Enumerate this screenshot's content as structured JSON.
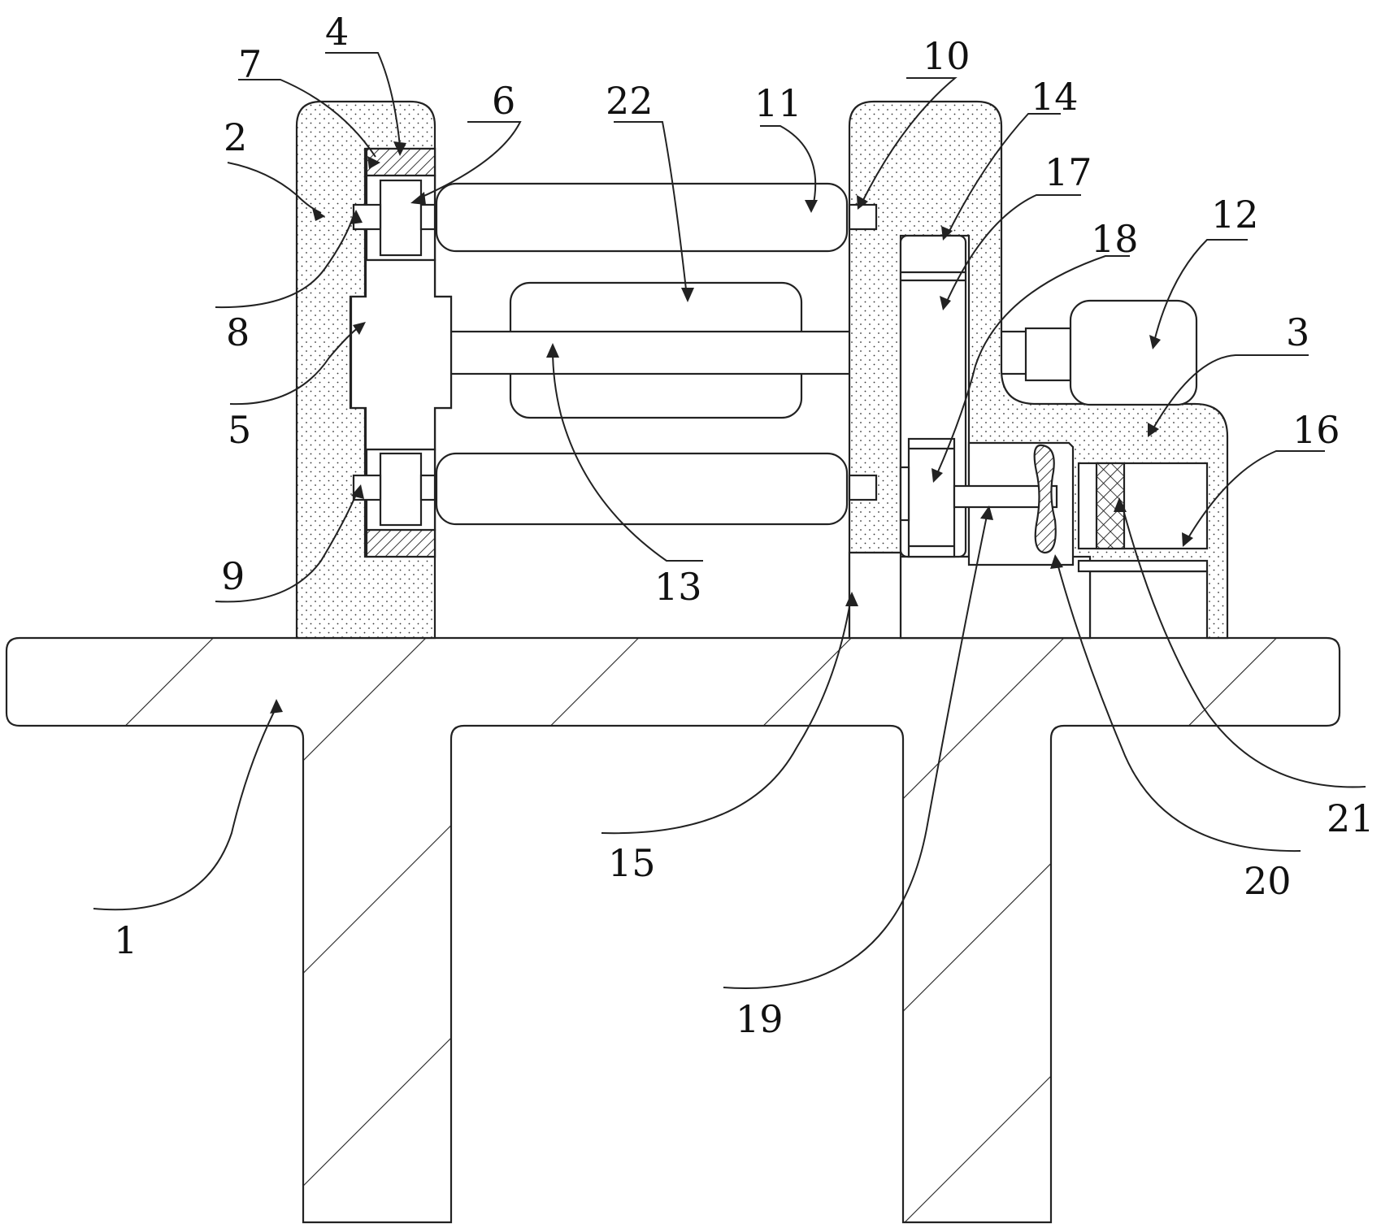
{
  "labels": [
    {
      "id": "1",
      "text": "1"
    },
    {
      "id": "2",
      "text": "2"
    },
    {
      "id": "3",
      "text": "3"
    },
    {
      "id": "4",
      "text": "4"
    },
    {
      "id": "5",
      "text": "5"
    },
    {
      "id": "6",
      "text": "6"
    },
    {
      "id": "7",
      "text": "7"
    },
    {
      "id": "8",
      "text": "8"
    },
    {
      "id": "9",
      "text": "9"
    },
    {
      "id": "10",
      "text": "10"
    },
    {
      "id": "11",
      "text": "11"
    },
    {
      "id": "12",
      "text": "12"
    },
    {
      "id": "13",
      "text": "13"
    },
    {
      "id": "14",
      "text": "14"
    },
    {
      "id": "15",
      "text": "15"
    },
    {
      "id": "16",
      "text": "16"
    },
    {
      "id": "17",
      "text": "17"
    },
    {
      "id": "18",
      "text": "18"
    },
    {
      "id": "19",
      "text": "19"
    },
    {
      "id": "20",
      "text": "20"
    },
    {
      "id": "21",
      "text": "21"
    },
    {
      "id": "22",
      "text": "22"
    }
  ]
}
